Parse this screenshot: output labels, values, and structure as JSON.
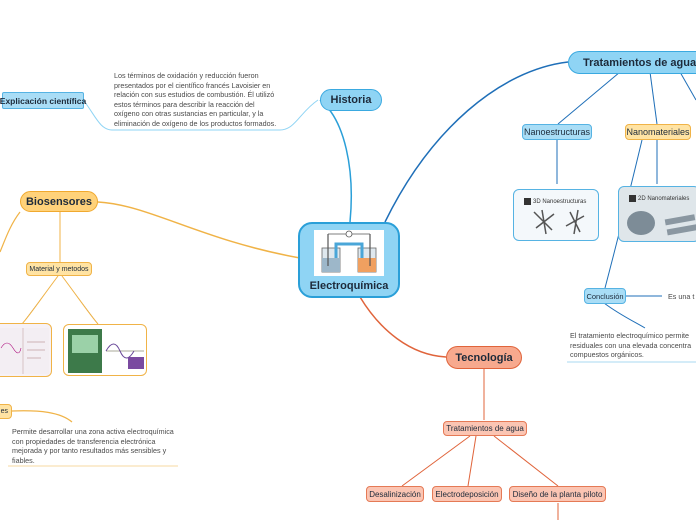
{
  "central": {
    "title": "Electroquímica"
  },
  "historia": {
    "label": "Historia",
    "note": "Los términos de oxidación y reducción fueron\npresentados por el científico francés Lavoisier en\nrelación con sus estudios de combustión. Él utilizó\nestos términos para describir la reacción del\noxígeno con otras sustancias en particular, y la\neliminación de oxígeno de los productos formados.",
    "explicacion": "Explicación científica"
  },
  "tratamientos": {
    "label": "Tratamientos de aguas re",
    "nanoestructuras": "Nanoestructuras",
    "nanomateriales": "Nanomateriales",
    "img1_caption": "3D Nanoestructuras",
    "img2_caption": "2D Nanomateriales",
    "conclusion": "Conclusión",
    "conclusion_side": "Es una t",
    "conclusion_note": "El tratamiento electroquímico permite\nresiduales con una elevada concentra\ncompuestos orgánicos."
  },
  "biosensores": {
    "label": "Biosensores",
    "material": "Material y metodos",
    "cut_label": "es",
    "note": "Permite desarrollar una zona activa electroquímica\ncon propiedades de transferencia electrónica\nmejorada y por tanto resultados más sensibles y\nfiables."
  },
  "tecnologia": {
    "label": "Tecnología",
    "tratamientos_agua": "Tratamientos de agua",
    "children": [
      "Desalinización",
      "Electrodeposición",
      "Diseño de la planta piloto"
    ]
  },
  "colors": {
    "blue": "#1f6fb8",
    "light_blue": "#56b3e3",
    "orange": "#f0b347",
    "red": "#e0643b"
  }
}
